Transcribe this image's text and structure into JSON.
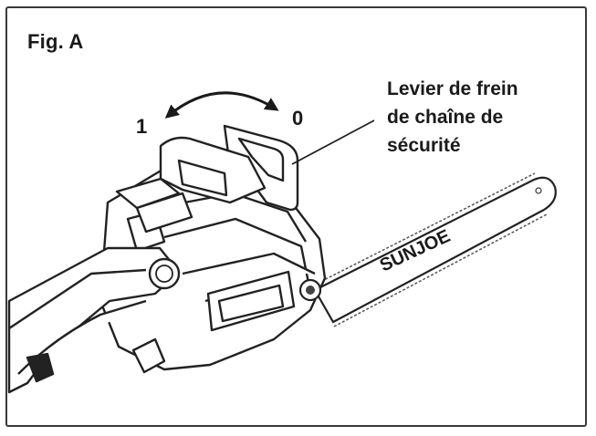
{
  "figure": {
    "label": "Fig. A"
  },
  "positions": {
    "one": "1",
    "zero": "0"
  },
  "callout": {
    "lines": [
      "Levier de frein",
      "de chaîne de",
      "sécurité"
    ]
  },
  "brand": {
    "name": "SUNJOE"
  },
  "colors": {
    "ink": "#1a1a1a",
    "frame": "#3a3a3a",
    "background": "#ffffff"
  }
}
